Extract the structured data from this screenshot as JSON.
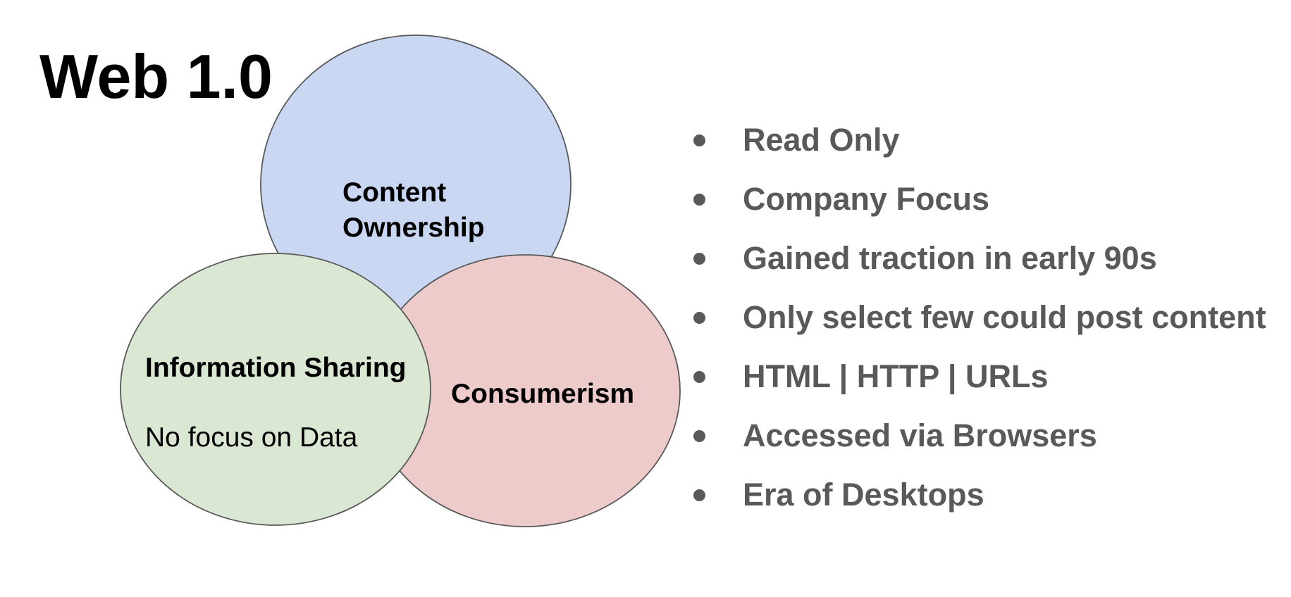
{
  "title": "Web 1.0",
  "venn": {
    "circles": [
      {
        "id": "content-ownership",
        "label_lines": [
          "Content",
          "Ownership"
        ],
        "sublabel": "",
        "fill": "#c9d7f2"
      },
      {
        "id": "information-sharing",
        "label_lines": [
          "Information Sharing"
        ],
        "sublabel": "No focus on Data",
        "fill": "#d9e7d3"
      },
      {
        "id": "consumerism",
        "label_lines": [
          "Consumerism"
        ],
        "sublabel": "",
        "fill": "#eecbcb"
      }
    ],
    "stroke": "#595959",
    "text_color": "#000000"
  },
  "bullets": [
    "Read Only",
    "Company Focus",
    "Gained traction in early 90s",
    "Only select few could post content",
    "HTML | HTTP | URLs",
    "Accessed via Browsers",
    "Era of Desktops"
  ],
  "colors": {
    "bullet_text": "#595959",
    "title": "#000000",
    "background": "#ffffff"
  }
}
